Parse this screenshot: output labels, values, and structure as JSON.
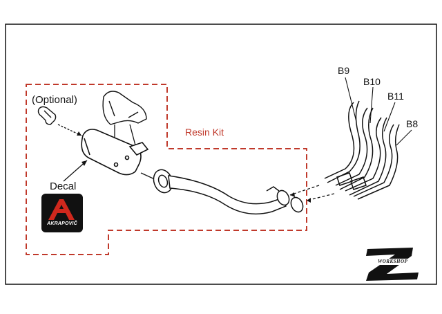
{
  "labels": {
    "optional": "(Optional)",
    "decal": "Decal",
    "resin_kit": "Resin Kit",
    "b9": "B9",
    "b10": "B10",
    "b11": "B11",
    "b8": "B8"
  },
  "logos": {
    "akrapovic": "AKRAPOVIČ",
    "brand": "WORKSHOP"
  },
  "colors": {
    "dashed_outline": "#c0392b",
    "decal_red": "#d0281d",
    "decal_black": "#111111",
    "line": "#111111"
  }
}
